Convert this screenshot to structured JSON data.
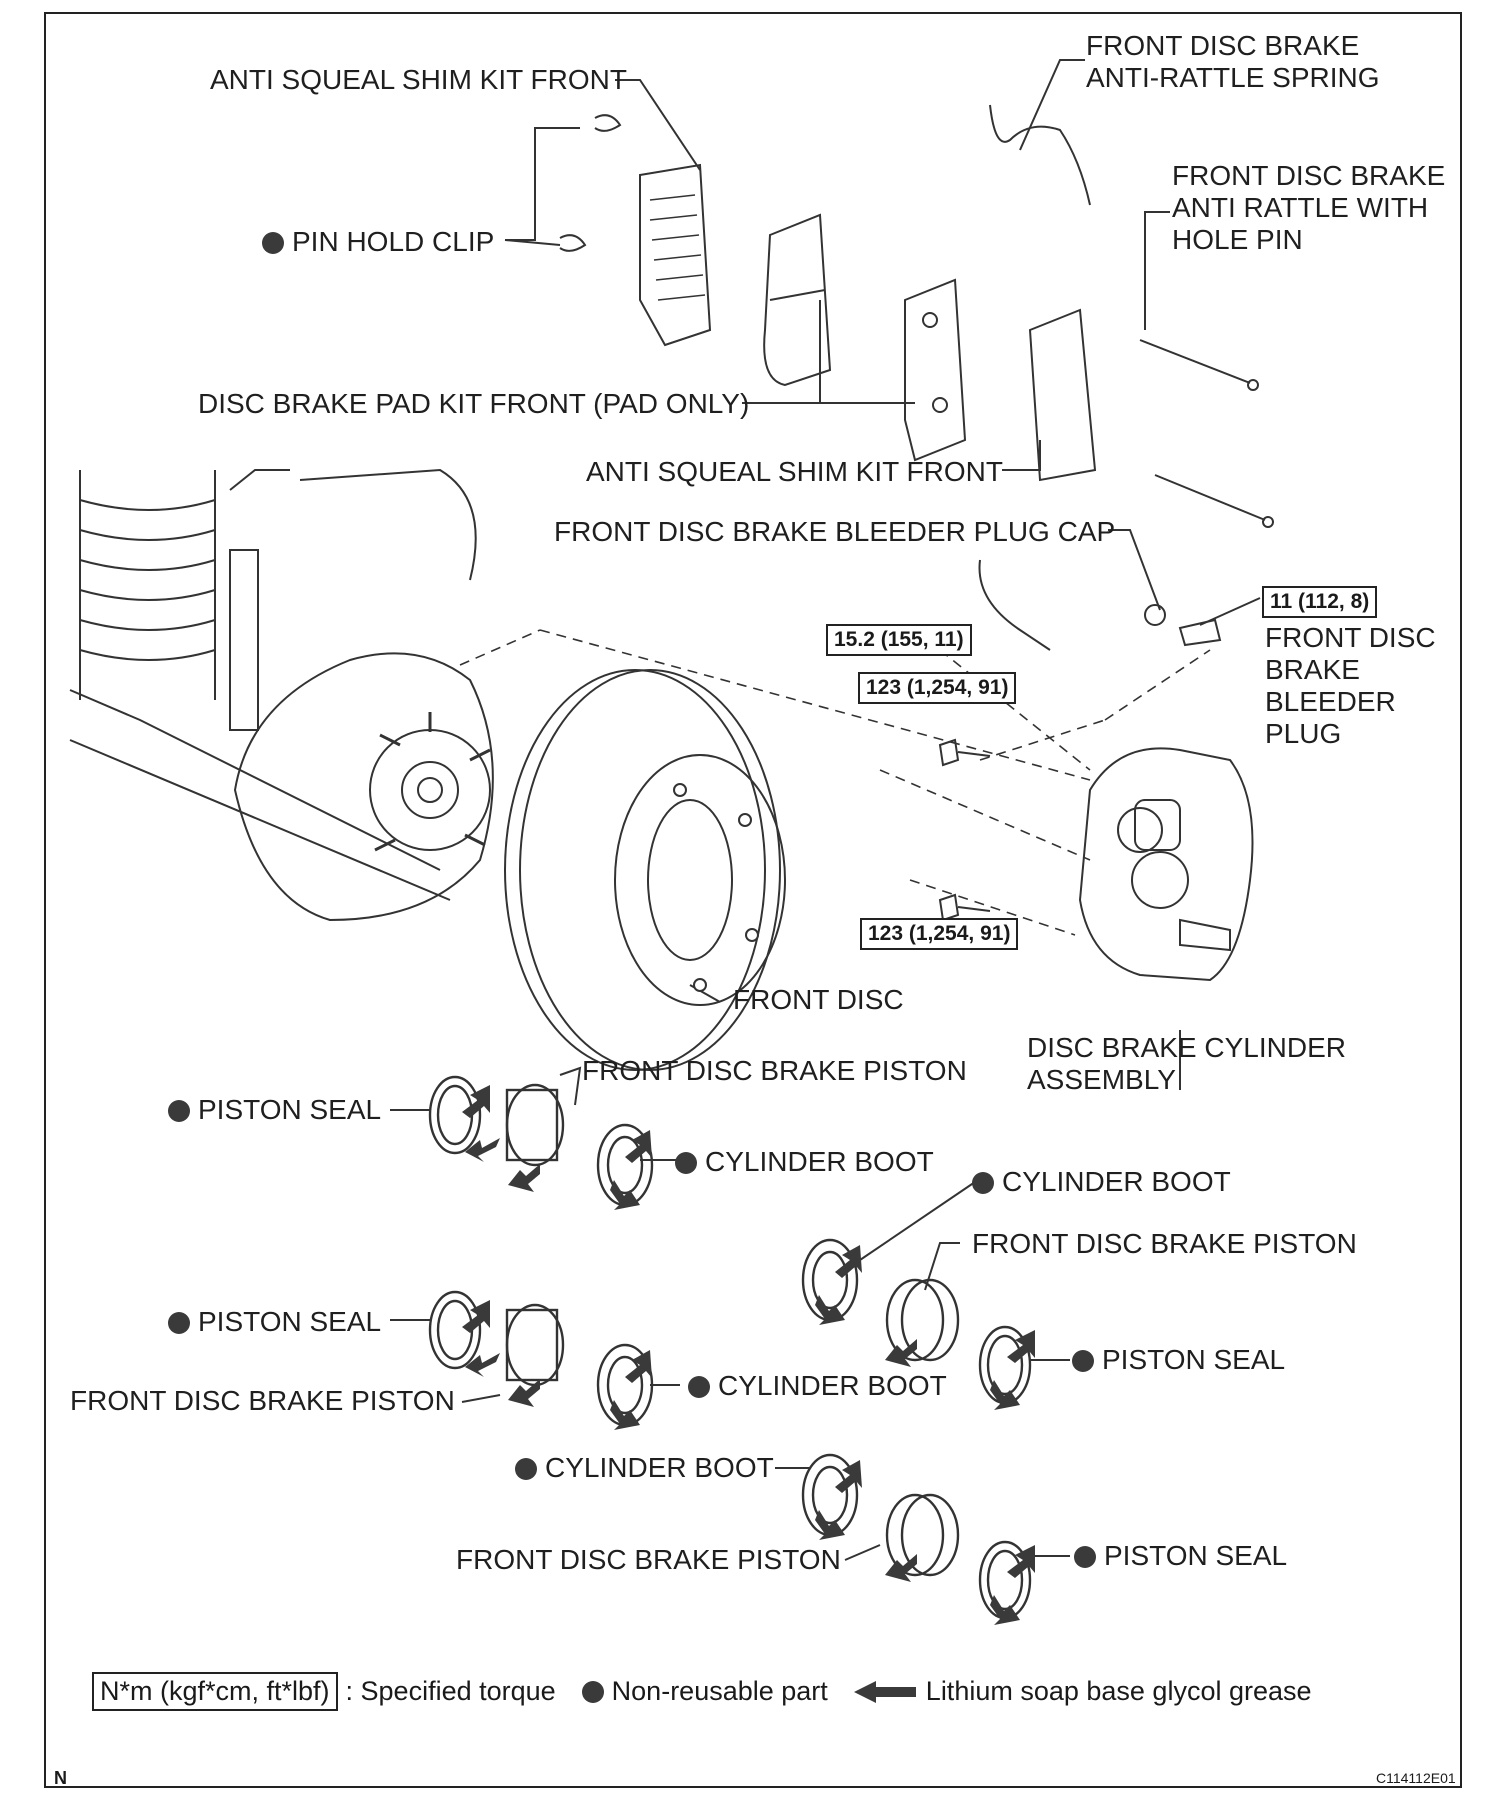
{
  "labels": {
    "anti_squeal_shim_top": "ANTI SQUEAL SHIM KIT FRONT",
    "anti_rattle_spring": "FRONT DISC BRAKE\nANTI-RATTLE SPRING",
    "pin_hold_clip": "PIN HOLD CLIP",
    "anti_rattle_pin": "FRONT DISC BRAKE\nANTI RATTLE WITH\nHOLE PIN",
    "pad_kit": "DISC BRAKE PAD KIT FRONT (PAD ONLY)",
    "anti_squeal_shim_mid": "ANTI SQUEAL SHIM KIT FRONT",
    "bleeder_cap": "FRONT DISC BRAKE BLEEDER PLUG CAP",
    "bleeder_plug": "FRONT DISC\nBRAKE\nBLEEDER\nPLUG",
    "front_disc": "FRONT DISC",
    "cylinder_assembly": "DISC BRAKE CYLINDER\nASSEMBLY",
    "piston_1": "FRONT DISC BRAKE PISTON",
    "piston_seal_1": "PISTON SEAL",
    "cylinder_boot_1": "CYLINDER BOOT",
    "cylinder_boot_2": "CYLINDER BOOT",
    "piston_2": "FRONT DISC BRAKE PISTON",
    "piston_seal_2": "PISTON SEAL",
    "piston_3": "FRONT DISC BRAKE PISTON",
    "cylinder_boot_3": "CYLINDER BOOT",
    "piston_seal_3": "PISTON SEAL",
    "cylinder_boot_4": "CYLINDER BOOT",
    "piston_4": "FRONT DISC BRAKE PISTON",
    "piston_seal_4": "PISTON SEAL"
  },
  "torques": {
    "bleeder_plug": "11 (112, 8)",
    "union": "15.2 (155, 11)",
    "bolt_upper": "123 (1,254, 91)",
    "bolt_lower": "123 (1,254, 91)"
  },
  "legend": {
    "torque_unit": "N*m (kgf*cm, ft*lbf)",
    "torque_text": ": Specified torque",
    "nonreusable_text": "Non-reusable part",
    "grease_text": "Lithium soap base glycol grease"
  },
  "corner_letter": "N",
  "figure_code": "C114112E01",
  "colors": {
    "ink": "#1f1f1f",
    "dot": "#3a3a3a",
    "line": "#333333"
  }
}
